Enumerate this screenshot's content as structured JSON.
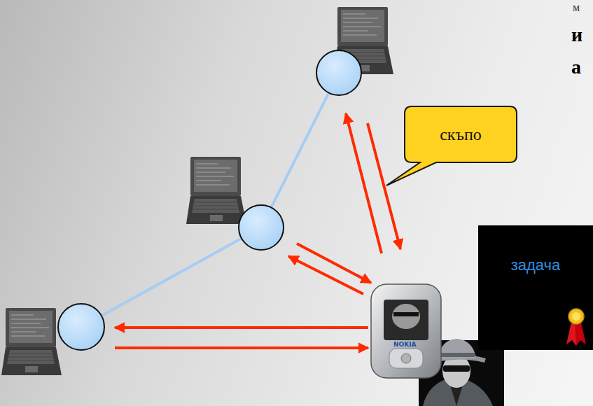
{
  "diagram": {
    "nodes": [
      {
        "text": [
          "скъпо"
        ]
      },
      {
        "text": [
          "задача"
        ]
      }
    ],
    "labels": [
      "м",
      "и",
      "а",
      "NOKIA"
    ]
  }
}
